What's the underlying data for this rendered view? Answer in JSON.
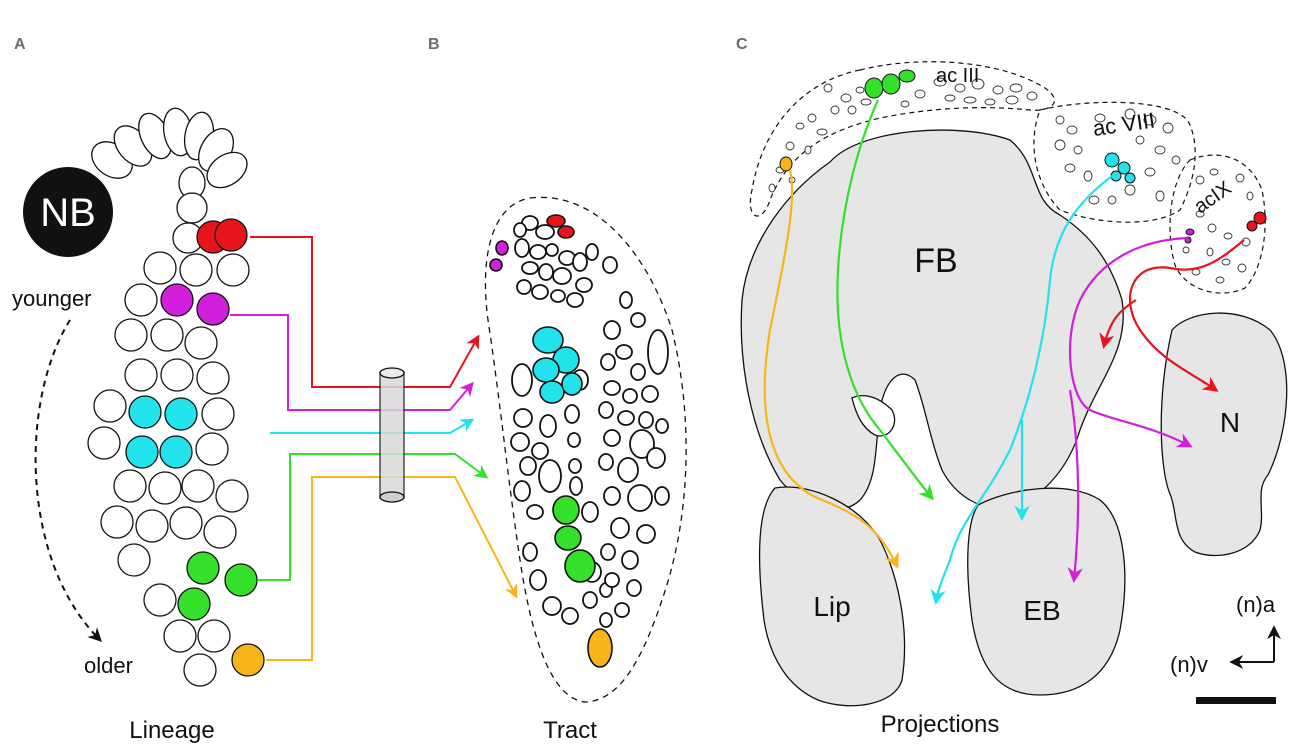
{
  "panels": {
    "a": {
      "letter": "A",
      "caption": "Lineage",
      "nb_label": "NB",
      "younger_label": "younger",
      "older_label": "older"
    },
    "b": {
      "letter": "B",
      "caption": "Tract"
    },
    "c": {
      "letter": "C",
      "caption": "Projections",
      "tracts": [
        "ac III",
        "ac VIII",
        "acIX"
      ],
      "regions": {
        "fb": "FB",
        "lip": "Lip",
        "eb": "EB",
        "n": "N"
      },
      "axis_anterior": "(n)a",
      "axis_ventral": "(n)v"
    }
  },
  "colors": {
    "red": "#e8141c",
    "magenta": "#d21fdc",
    "cyan": "#22e3ec",
    "green": "#35e02a",
    "orange": "#f7b51a",
    "neuropil_fill": "#e6e6e6",
    "nb_fill": "#111111"
  }
}
